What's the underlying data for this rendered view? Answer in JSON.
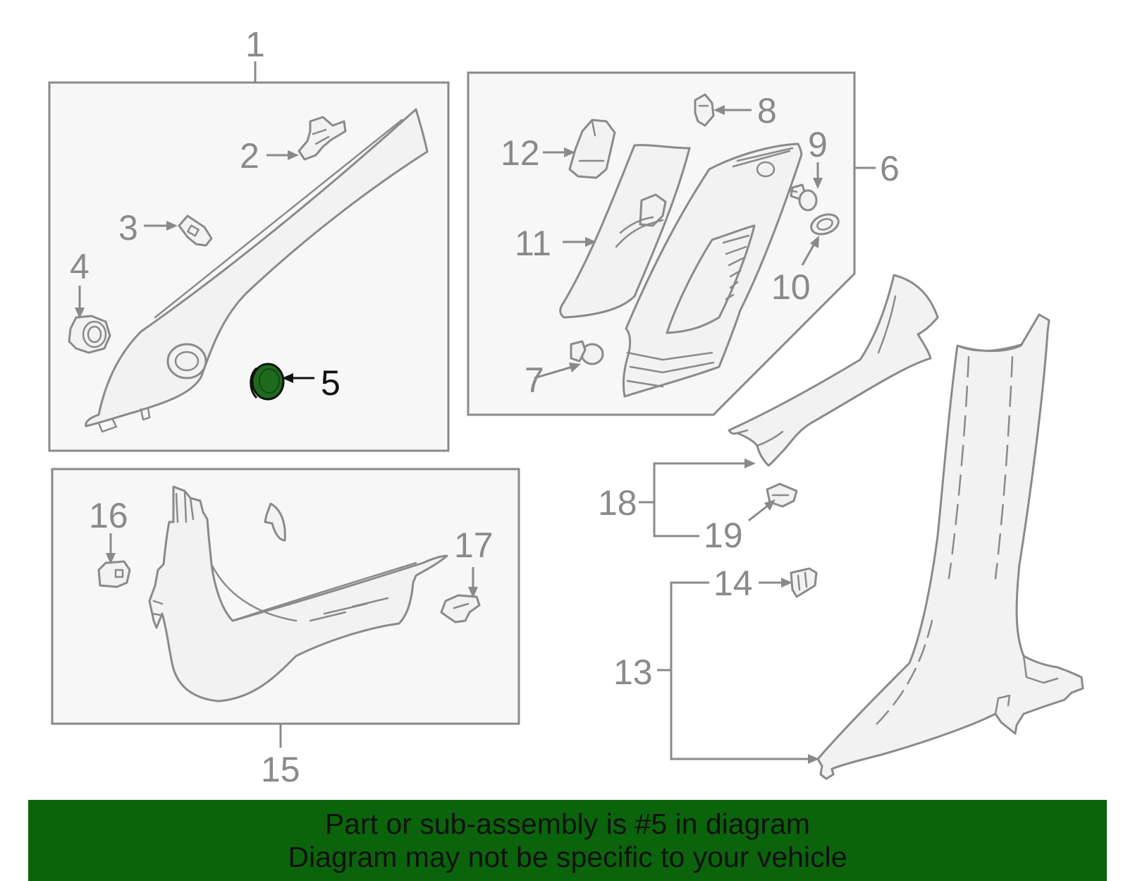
{
  "diagram": {
    "callouts": {
      "c1": "1",
      "c2": "2",
      "c3": "3",
      "c4": "4",
      "c5": "5",
      "c6": "6",
      "c7": "7",
      "c8": "8",
      "c9": "9",
      "c10": "10",
      "c11": "11",
      "c12": "12",
      "c13": "13",
      "c14": "14",
      "c15": "15",
      "c16": "16",
      "c17": "17",
      "c18": "18",
      "c19": "19"
    },
    "highlight_part": "5",
    "colors": {
      "highlight_fill": "#1e6b1e",
      "line_gray": "#8a8a8a",
      "box_fill": "#f7f7f7",
      "banner_bg": "#0b640b"
    }
  },
  "banner": {
    "line1": "Part or sub-assembly is #5 in diagram",
    "line2": "Diagram may not be specific to your vehicle"
  }
}
